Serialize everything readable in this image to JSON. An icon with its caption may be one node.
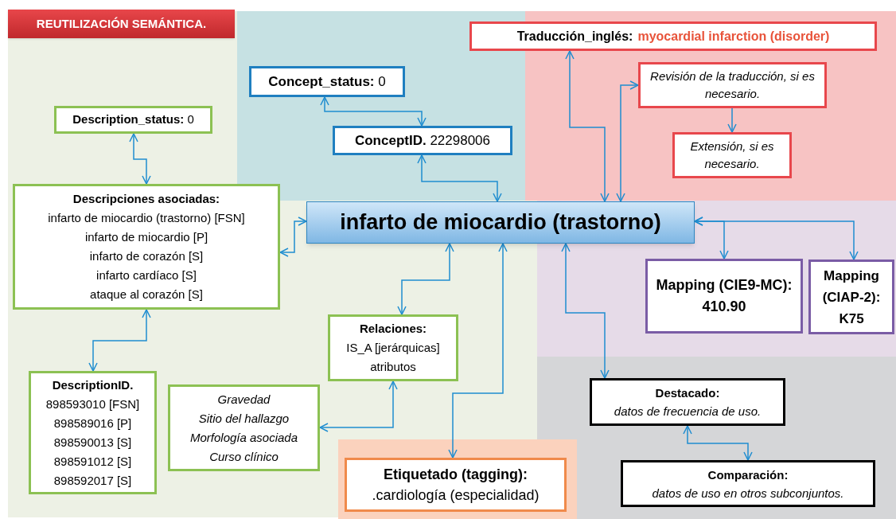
{
  "diagram": {
    "title": "REUTILIZACIÓN SEMÁNTICA.",
    "nodes": [
      {
        "text": [
          "**Concept_status:** 0"
        ]
      },
      {
        "text": [
          "**ConceptID.** 22298006"
        ]
      },
      {
        "text": [
          "**Description_status:** 0"
        ]
      },
      {
        "text": [
          "Traducción_inglés:",
          "myocardial infarction (disorder)"
        ]
      },
      {
        "text": [
          "Revisión de la traducción, si es necesario."
        ]
      },
      {
        "text": [
          "Extensión, si es necesario."
        ]
      },
      {
        "text": [
          "infarto de miocardio (trastorno)"
        ]
      },
      {
        "text": [
          "Descripciones asociadas:",
          "infarto de miocardio (trastorno) [FSN]",
          "infarto de miocardio [P]",
          "infarto de corazón [S]",
          "infarto cardíaco [S]",
          "ataque al corazón [S]"
        ]
      },
      {
        "text": [
          "Mapping (CIE9-MC):",
          "410.90"
        ]
      },
      {
        "text": [
          "Mapping (CIAP-2):",
          "K75"
        ]
      },
      {
        "text": [
          "Relaciones:",
          "IS_A [jerárquicas]",
          "atributos"
        ]
      },
      {
        "text": [
          "DescriptionID.",
          "898593010 [FSN]",
          "898589016 [P]",
          "898590013 [S]",
          "898591012 [S]",
          "898592017 [S]"
        ]
      },
      {
        "text": [
          "Gravedad",
          "Sitio del hallazgo",
          "Morfología asociada",
          "Curso clínico"
        ]
      },
      {
        "text": [
          "Etiquetado (tagging):",
          ".cardiología (especialidad)"
        ]
      },
      {
        "text": [
          "Destacado:",
          "datos de frecuencia de uso."
        ]
      },
      {
        "text": [
          "Comparación:",
          "datos de uso en otros subconjuntos."
        ]
      }
    ],
    "edges": [
      {
        "from": 0,
        "to": 1,
        "arrow": "both"
      },
      {
        "from": 1,
        "to": 6,
        "arrow": "both"
      },
      {
        "from": 2,
        "to": 7,
        "arrow": "both"
      },
      {
        "from": 7,
        "to": 6,
        "arrow": "both"
      },
      {
        "from": 3,
        "to": 6,
        "arrow": "both"
      },
      {
        "from": 6,
        "to": 4,
        "arrow": "both"
      },
      {
        "from": 4,
        "to": 5,
        "arrow": "to"
      },
      {
        "from": 6,
        "to": 8,
        "arrow": "both"
      },
      {
        "from": 6,
        "to": 9,
        "arrow": "both"
      },
      {
        "from": 6,
        "to": 10,
        "arrow": "both"
      },
      {
        "from": 10,
        "to": 12,
        "arrow": "both"
      },
      {
        "from": 7,
        "to": 11,
        "arrow": "both"
      },
      {
        "from": 6,
        "to": 13,
        "arrow": "both"
      },
      {
        "from": 6,
        "to": 14,
        "arrow": "both"
      },
      {
        "from": 14,
        "to": 15,
        "arrow": "both"
      }
    ]
  }
}
